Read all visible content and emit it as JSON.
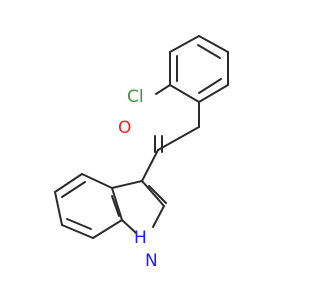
{
  "molecule": {
    "atom_labels": {
      "chlorine": "Cl",
      "oxygen": "O",
      "nitrogen_h": "H",
      "nitrogen": "N"
    },
    "colors": {
      "bond": "#2b2b2b",
      "chlorine": "#3a9a3a",
      "oxygen": "#ff2020",
      "nitrogen": "#2020ff"
    }
  }
}
